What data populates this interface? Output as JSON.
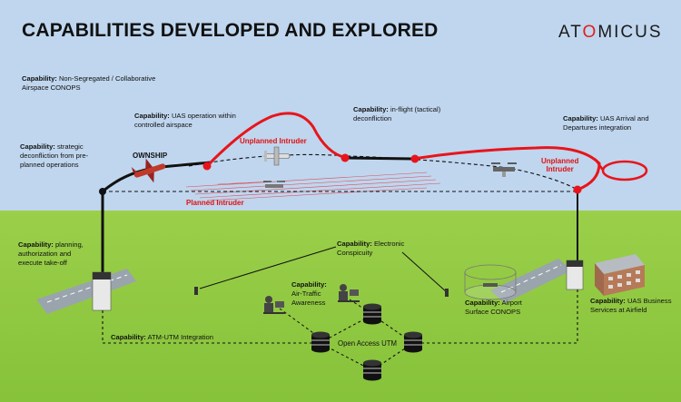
{
  "title": "CAPABILITIES DEVELOPED AND EXPLORED",
  "logo": {
    "prefix": "AT",
    "dot_letter": "O",
    "suffix": "MICUS"
  },
  "colors": {
    "sky": "#bfd6ee",
    "ground": "#8dc63f",
    "flight_path": "#000000",
    "intruder_path": "#e8141b",
    "waypoint": "#e8141b"
  },
  "capability_prefix": "Capability:",
  "capabilities": {
    "airspace_conops": "Non-Segregated / Collaborative Airspace CONOPS",
    "controlled_airspace": "UAS operation within controlled airspace",
    "inflight_deconfliction": "in-flight (tactical) deconfliction",
    "arrival_departures": "UAS Arrival and Departures integration",
    "strategic_deconfliction": "strategic deconfliction from pre-planned operations",
    "planning_takeoff": "planning, authorization and execute take-off",
    "electronic_conspicuity": "Electronic Conspicuity",
    "air_traffic_awareness": "Air-Traffic Awareness",
    "airport_surface": "Airport Surface CONOPS",
    "business_services": "UAS Business Services at Airfield",
    "atm_utm": "ATM-UTM Integration"
  },
  "labels": {
    "ownship": "OWNSHIP",
    "unplanned_intruder_1": "Unplanned Intruder",
    "unplanned_intruder_2_line1": "Unplanned",
    "unplanned_intruder_2_line2": "Intruder",
    "planned_intruder": "Planned Intruder",
    "open_access_utm": "Open Access UTM"
  },
  "icons": [
    "ownship-aircraft-icon",
    "intruder-aircraft-icon",
    "drone-icon",
    "runway-icon",
    "tower-icon",
    "hangar-building-icon",
    "database-icon",
    "operator-workstation-icon",
    "transponder-icon"
  ]
}
